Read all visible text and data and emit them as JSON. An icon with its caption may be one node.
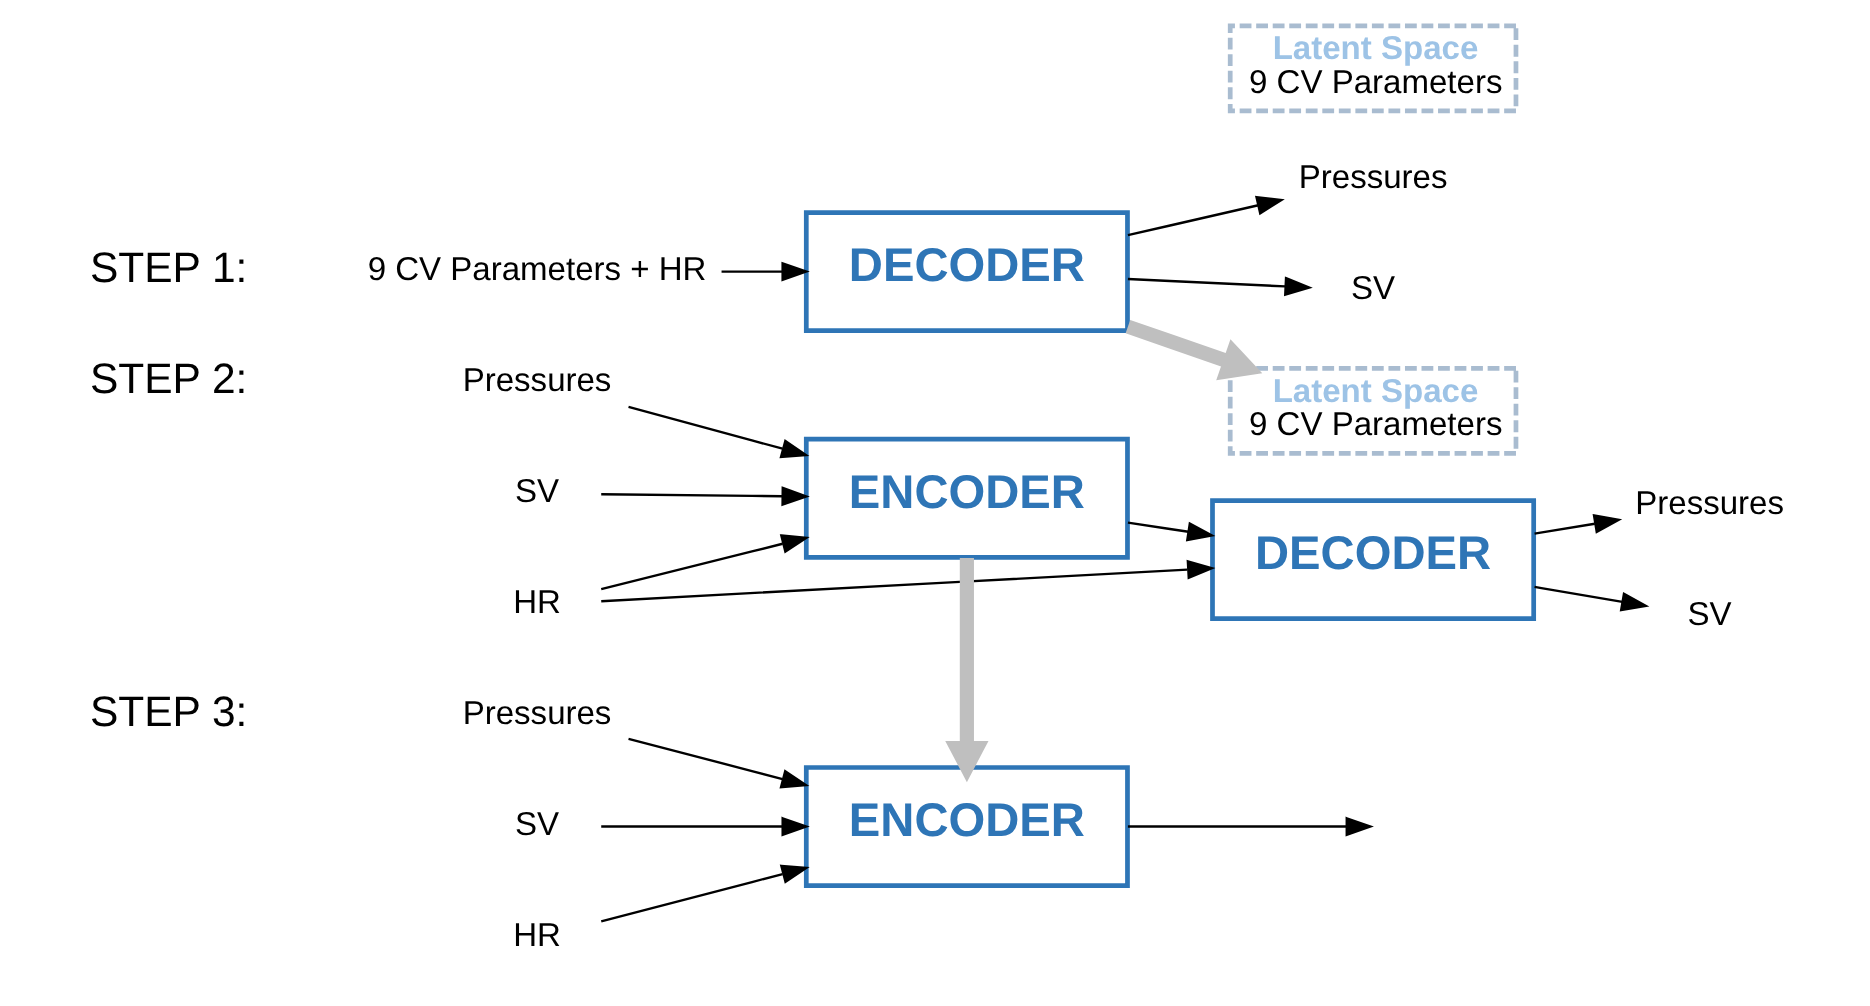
{
  "diagram": {
    "nodes": [
      {
        "text": [
          "9 CV Parameters + HR"
        ]
      },
      {
        "text": [
          "DECODER"
        ]
      },
      {
        "text": [
          "Pressures"
        ]
      },
      {
        "text": [
          "SV"
        ]
      },
      {
        "text": [
          "Pressures"
        ]
      },
      {
        "text": [
          "SV"
        ]
      },
      {
        "text": [
          "HR"
        ]
      },
      {
        "text": [
          "ENCODER"
        ]
      },
      {
        "text": [
          "Latent Space",
          "9 CV Parameters"
        ]
      },
      {
        "text": [
          "DECODER"
        ]
      },
      {
        "text": [
          "Pressures"
        ]
      },
      {
        "text": [
          "SV"
        ]
      },
      {
        "text": [
          "Pressures"
        ]
      },
      {
        "text": [
          "SV"
        ]
      },
      {
        "text": [
          "HR"
        ]
      },
      {
        "text": [
          "ENCODER"
        ]
      },
      {
        "text": [
          "Latent Space",
          "9 CV Parameters"
        ]
      }
    ],
    "edges": [
      {
        "from": 0,
        "to": 1,
        "arrow": "to"
      },
      {
        "from": 1,
        "to": 2,
        "arrow": "to"
      },
      {
        "from": 1,
        "to": 3,
        "arrow": "to"
      },
      {
        "from": 1,
        "to": 8,
        "arrow": "to",
        "style": "thick",
        "color": "#bfbfbf"
      },
      {
        "from": 4,
        "to": 7,
        "arrow": "to"
      },
      {
        "from": 5,
        "to": 7,
        "arrow": "to"
      },
      {
        "from": 6,
        "to": 7,
        "arrow": "to"
      },
      {
        "from": 6,
        "to": 9,
        "arrow": "to"
      },
      {
        "from": 7,
        "to": 9,
        "arrow": "to"
      },
      {
        "from": 9,
        "to": 10,
        "arrow": "to"
      },
      {
        "from": 9,
        "to": 11,
        "arrow": "to"
      },
      {
        "from": 7,
        "to": 15,
        "arrow": "to",
        "style": "thick",
        "color": "#bfbfbf"
      },
      {
        "from": 12,
        "to": 15,
        "arrow": "to"
      },
      {
        "from": 13,
        "to": 15,
        "arrow": "to"
      },
      {
        "from": 14,
        "to": 15,
        "arrow": "to"
      },
      {
        "from": 15,
        "to": null,
        "arrow": "to"
      }
    ],
    "labels": [
      "STEP 1:",
      "STEP 2:",
      "STEP 3:"
    ]
  }
}
